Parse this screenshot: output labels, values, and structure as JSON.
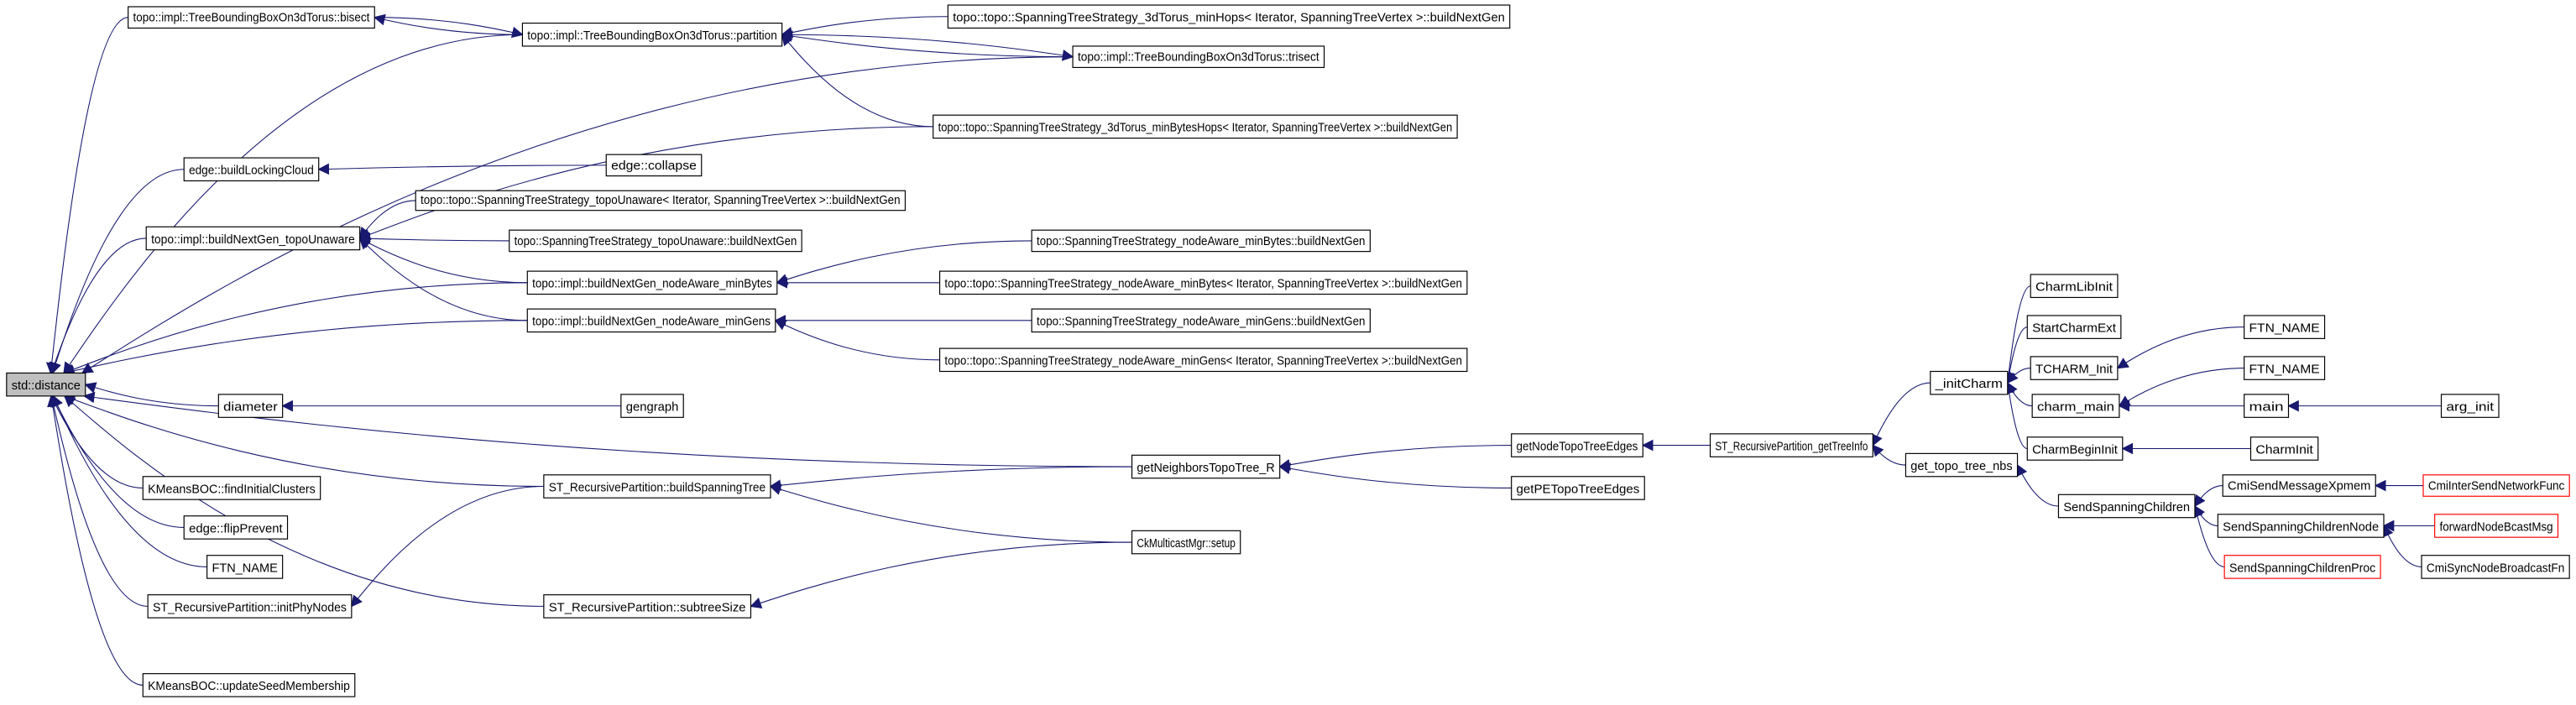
{
  "graph": {
    "root": "n1",
    "edge_color": "#191970",
    "nodes": [
      {
        "id": "n1",
        "label": "std::distance"
      },
      {
        "id": "n2",
        "label": "topo::impl::TreeBoundingBoxOn3dTorus::bisect"
      },
      {
        "id": "n3",
        "label": "topo::impl::TreeBoundingBoxOn3dTorus::partition"
      },
      {
        "id": "n4",
        "label": "topo::topo::SpanningTreeStrategy_3dTorus_minHops< Iterator, SpanningTreeVertex >::buildNextGen"
      },
      {
        "id": "n5",
        "label": "topo::impl::TreeBoundingBoxOn3dTorus::trisect"
      },
      {
        "id": "n6",
        "label": "edge::collapse"
      },
      {
        "id": "n7",
        "label": "edge::buildLockingCloud"
      },
      {
        "id": "n8",
        "label": "topo::topo::SpanningTreeStrategy_3dTorus_minBytesHops< Iterator, SpanningTreeVertex >::buildNextGen"
      },
      {
        "id": "n9",
        "label": "topo::topo::SpanningTreeStrategy_topoUnaware< Iterator, SpanningTreeVertex >::buildNextGen"
      },
      {
        "id": "n10",
        "label": "topo::impl::buildNextGen_topoUnaware"
      },
      {
        "id": "n11",
        "label": "topo::SpanningTreeStrategy_topoUnaware::buildNextGen"
      },
      {
        "id": "n12",
        "label": "topo::impl::buildNextGen_nodeAware_minBytes"
      },
      {
        "id": "n13",
        "label": "topo::SpanningTreeStrategy_nodeAware_minBytes::buildNextGen"
      },
      {
        "id": "n14",
        "label": "topo::topo::SpanningTreeStrategy_nodeAware_minBytes< Iterator, SpanningTreeVertex >::buildNextGen"
      },
      {
        "id": "n15",
        "label": "topo::impl::buildNextGen_nodeAware_minGens"
      },
      {
        "id": "n16",
        "label": "topo::SpanningTreeStrategy_nodeAware_minGens::buildNextGen"
      },
      {
        "id": "n17",
        "label": "topo::topo::SpanningTreeStrategy_nodeAware_minGens< Iterator, SpanningTreeVertex >::buildNextGen"
      },
      {
        "id": "n18",
        "label": "diameter"
      },
      {
        "id": "n19",
        "label": "gengraph"
      },
      {
        "id": "n20",
        "label": "getNeighborsTopoTree_R"
      },
      {
        "id": "n21",
        "label": "getNodeTopoTreeEdges"
      },
      {
        "id": "n22",
        "label": "getPETopoTreeEdges"
      },
      {
        "id": "n23",
        "label": "ST_RecursivePartition_getTreeInfo"
      },
      {
        "id": "n24",
        "label": "_initCharm"
      },
      {
        "id": "n25",
        "label": "CharmLibInit"
      },
      {
        "id": "n26",
        "label": "StartCharmExt"
      },
      {
        "id": "n27",
        "label": "TCHARM_Init"
      },
      {
        "id": "n28",
        "label": "charm_main"
      },
      {
        "id": "n29",
        "label": "CharmBeginInit"
      },
      {
        "id": "n30",
        "label": "FTN_NAME"
      },
      {
        "id": "n31",
        "label": "FTN_NAME"
      },
      {
        "id": "n32",
        "label": "main"
      },
      {
        "id": "n33",
        "label": "arg_init"
      },
      {
        "id": "n34",
        "label": "CharmInit"
      },
      {
        "id": "n35",
        "label": "get_topo_tree_nbs"
      },
      {
        "id": "n36",
        "label": "SendSpanningChildren"
      },
      {
        "id": "n37",
        "label": "CmiSendMessageXpmem"
      },
      {
        "id": "n38",
        "label": "CmiInterSendNetworkFunc",
        "truncated": true
      },
      {
        "id": "n39",
        "label": "SendSpanningChildrenNode"
      },
      {
        "id": "n40",
        "label": "forwardNodeBcastMsg",
        "truncated": true
      },
      {
        "id": "n41",
        "label": "SendSpanningChildrenProc",
        "truncated": true
      },
      {
        "id": "n42",
        "label": "CmiSyncNodeBroadcastFn"
      },
      {
        "id": "n43",
        "label": "KMeansBOC::findInitialClusters"
      },
      {
        "id": "n44",
        "label": "edge::flipPrevent"
      },
      {
        "id": "n45",
        "label": "FTN_NAME"
      },
      {
        "id": "n46",
        "label": "ST_RecursivePartition::buildSpanningTree"
      },
      {
        "id": "n47",
        "label": "ST_RecursivePartition::initPhyNodes"
      },
      {
        "id": "n48",
        "label": "ST_RecursivePartition::subtreeSize"
      },
      {
        "id": "n49",
        "label": "CkMulticastMgr::setup"
      },
      {
        "id": "n50",
        "label": "KMeansBOC::updateSeedMembership"
      }
    ],
    "edges": [
      [
        "n2",
        "n1"
      ],
      [
        "n3",
        "n1"
      ],
      [
        "n5",
        "n1"
      ],
      [
        "n7",
        "n1"
      ],
      [
        "n10",
        "n1"
      ],
      [
        "n12",
        "n1"
      ],
      [
        "n15",
        "n1"
      ],
      [
        "n20",
        "n1"
      ],
      [
        "n18",
        "n1"
      ],
      [
        "n43",
        "n1"
      ],
      [
        "n44",
        "n1"
      ],
      [
        "n45",
        "n1"
      ],
      [
        "n46",
        "n1"
      ],
      [
        "n47",
        "n1"
      ],
      [
        "n48",
        "n1"
      ],
      [
        "n50",
        "n1"
      ],
      [
        "n2",
        "n3"
      ],
      [
        "n3",
        "n2"
      ],
      [
        "n4",
        "n3"
      ],
      [
        "n5",
        "n3"
      ],
      [
        "n8",
        "n3"
      ],
      [
        "n3",
        "n5"
      ],
      [
        "n6",
        "n7"
      ],
      [
        "n8",
        "n10"
      ],
      [
        "n9",
        "n10"
      ],
      [
        "n11",
        "n10"
      ],
      [
        "n12",
        "n10"
      ],
      [
        "n15",
        "n10"
      ],
      [
        "n13",
        "n12"
      ],
      [
        "n14",
        "n12"
      ],
      [
        "n16",
        "n15"
      ],
      [
        "n17",
        "n15"
      ],
      [
        "n19",
        "n18"
      ],
      [
        "n20",
        "n46"
      ],
      [
        "n49",
        "n46"
      ],
      [
        "n46",
        "n47"
      ],
      [
        "n49",
        "n48"
      ],
      [
        "n21",
        "n20"
      ],
      [
        "n22",
        "n20"
      ],
      [
        "n23",
        "n21"
      ],
      [
        "n24",
        "n23"
      ],
      [
        "n35",
        "n23"
      ],
      [
        "n25",
        "n24"
      ],
      [
        "n26",
        "n24"
      ],
      [
        "n27",
        "n24"
      ],
      [
        "n28",
        "n24"
      ],
      [
        "n29",
        "n24"
      ],
      [
        "n30",
        "n27"
      ],
      [
        "n31",
        "n28"
      ],
      [
        "n32",
        "n28"
      ],
      [
        "n33",
        "n32"
      ],
      [
        "n34",
        "n29"
      ],
      [
        "n36",
        "n35"
      ],
      [
        "n37",
        "n36"
      ],
      [
        "n39",
        "n36"
      ],
      [
        "n41",
        "n36"
      ],
      [
        "n38",
        "n37"
      ],
      [
        "n40",
        "n39"
      ],
      [
        "n42",
        "n39"
      ]
    ]
  }
}
